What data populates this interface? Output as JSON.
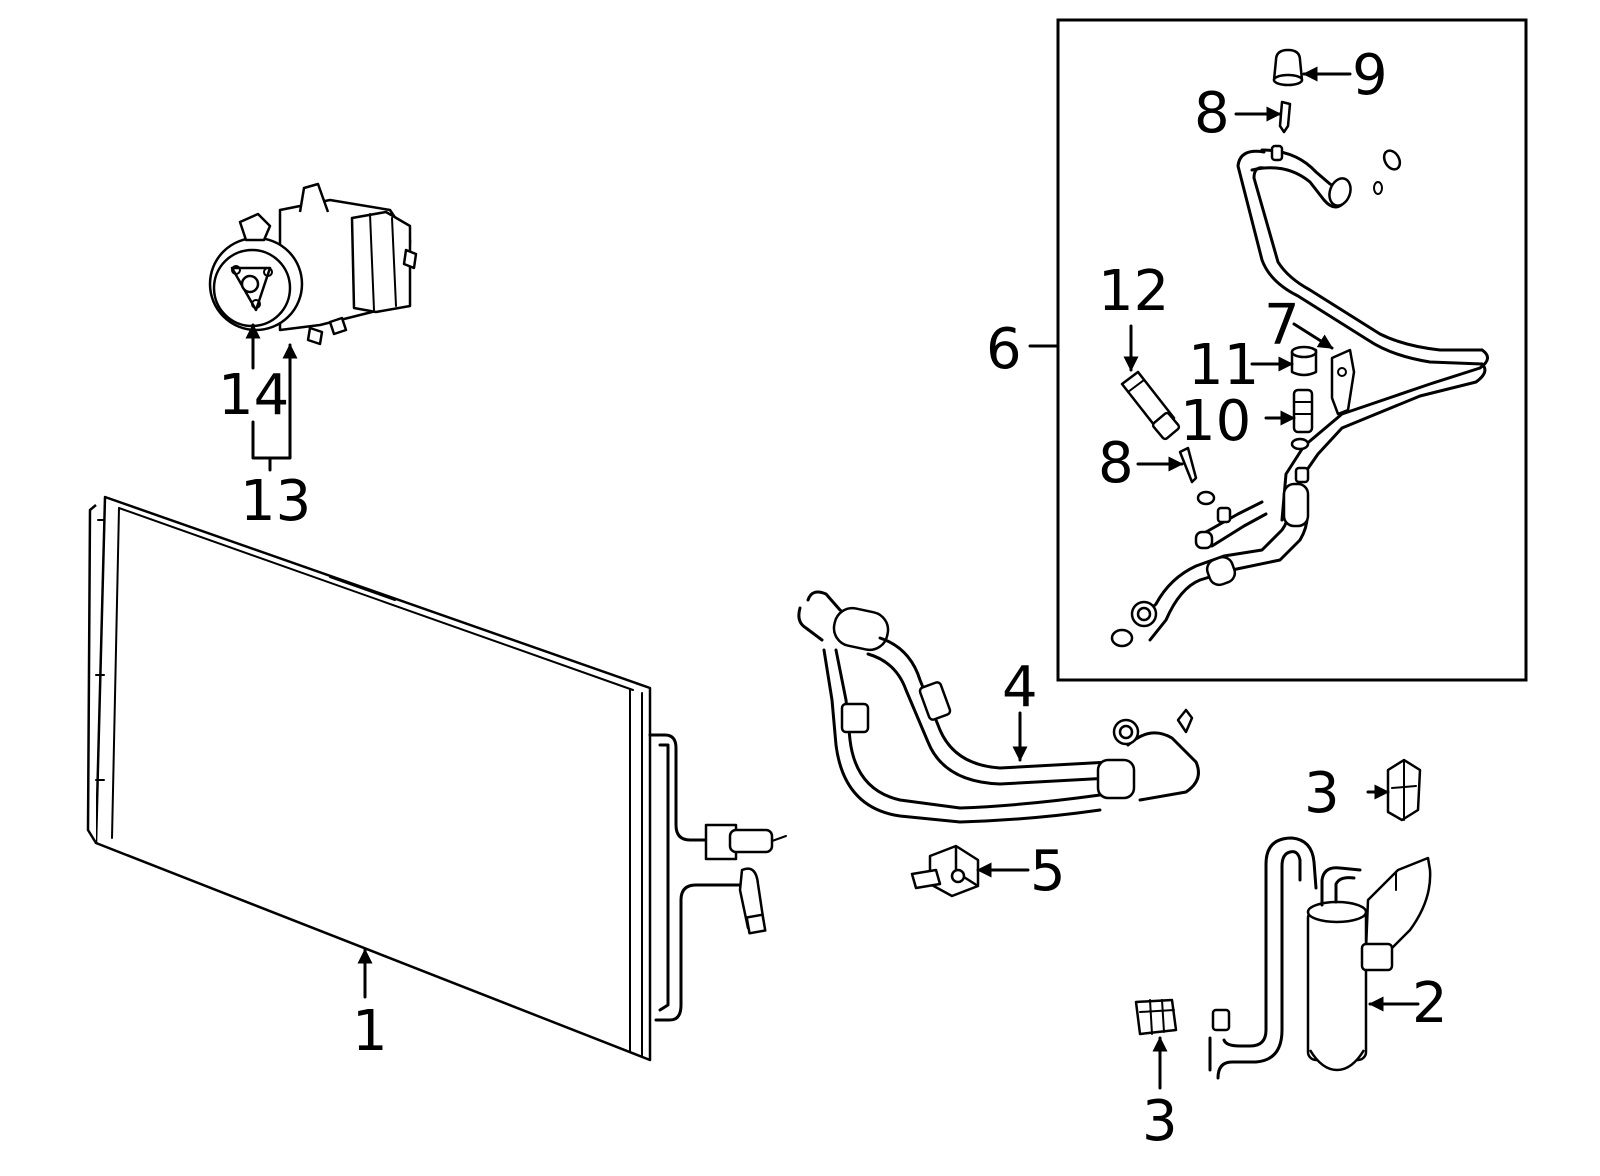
{
  "callouts": [
    {
      "id": "c1",
      "label": "1"
    },
    {
      "id": "c2",
      "label": "2"
    },
    {
      "id": "c3a",
      "label": "3"
    },
    {
      "id": "c3b",
      "label": "3"
    },
    {
      "id": "c4",
      "label": "4"
    },
    {
      "id": "c5",
      "label": "5"
    },
    {
      "id": "c6",
      "label": "6"
    },
    {
      "id": "c7",
      "label": "7"
    },
    {
      "id": "c8a",
      "label": "8"
    },
    {
      "id": "c8b",
      "label": "8"
    },
    {
      "id": "c9",
      "label": "9"
    },
    {
      "id": "c10",
      "label": "10"
    },
    {
      "id": "c11",
      "label": "11"
    },
    {
      "id": "c12",
      "label": "12"
    },
    {
      "id": "c13",
      "label": "13"
    },
    {
      "id": "c14",
      "label": "14"
    }
  ]
}
